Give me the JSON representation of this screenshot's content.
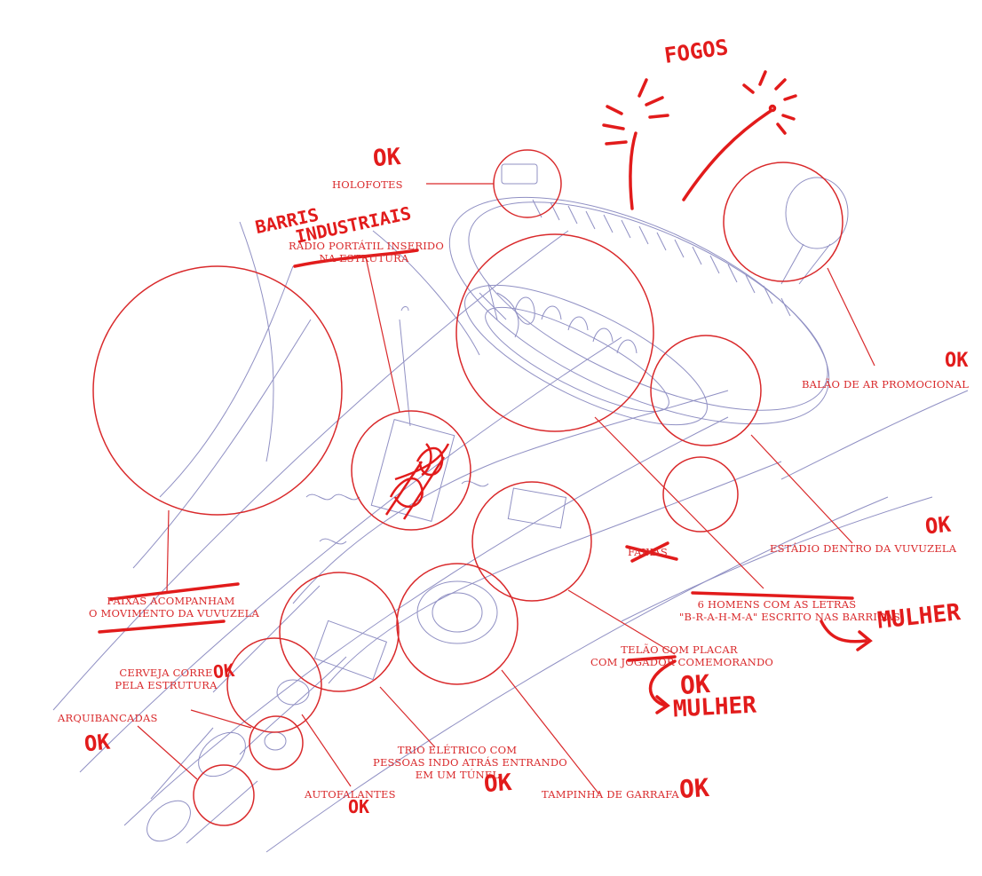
{
  "colors": {
    "annotation": "#d9292b",
    "handwriting": "#e21b1b",
    "sketch": "#5a5aa8",
    "background": "#ffffff"
  },
  "labels": {
    "holofotes": "HOLOFOTES",
    "radio_line1": "RÁDIO PORTÁTIL INSERIDO",
    "radio_line2": "NA ESTRUTURA",
    "balao": "BALÃO DE AR PROMOCIONAL",
    "estadio": "ESTÁDIO DENTRO DA VUVUZELA",
    "faixas": "FAIXAS",
    "faixas_acomp_line1": "FAIXAS ACOMPANHAM",
    "faixas_acomp_line2": "O MOVIMENTO DA VUVUZELA",
    "homens_line1": "6 HOMENS COM AS LETRAS",
    "homens_line2": "\"B-R-A-H-M-A\" ESCRITO NAS BARRIGAS",
    "telao_line1": "TELÃO COM PLACAR",
    "telao_line2": "COM JOGADOR COMEMORANDO",
    "cerveja_line1": "CERVEJA CORRE",
    "cerveja_line2": "PELA ESTRUTURA",
    "arquibancadas": "ARQUIBANCADAS",
    "trio_line1": "TRIO ELÉTRICO COM",
    "trio_line2": "PESSOAS INDO ATRÁS ENTRANDO",
    "trio_line3": "EM UM TÚNEL",
    "autofalantes": "AUTOFALANTES",
    "tampinha": "TAMPINHA DE GARRAFA"
  },
  "handwritten": {
    "fogos": "FOGOS",
    "barris_line1": "BARRIS",
    "barris_line2": "INDUSTRIAIS",
    "ok": "OK",
    "mulher": "MULHER"
  }
}
